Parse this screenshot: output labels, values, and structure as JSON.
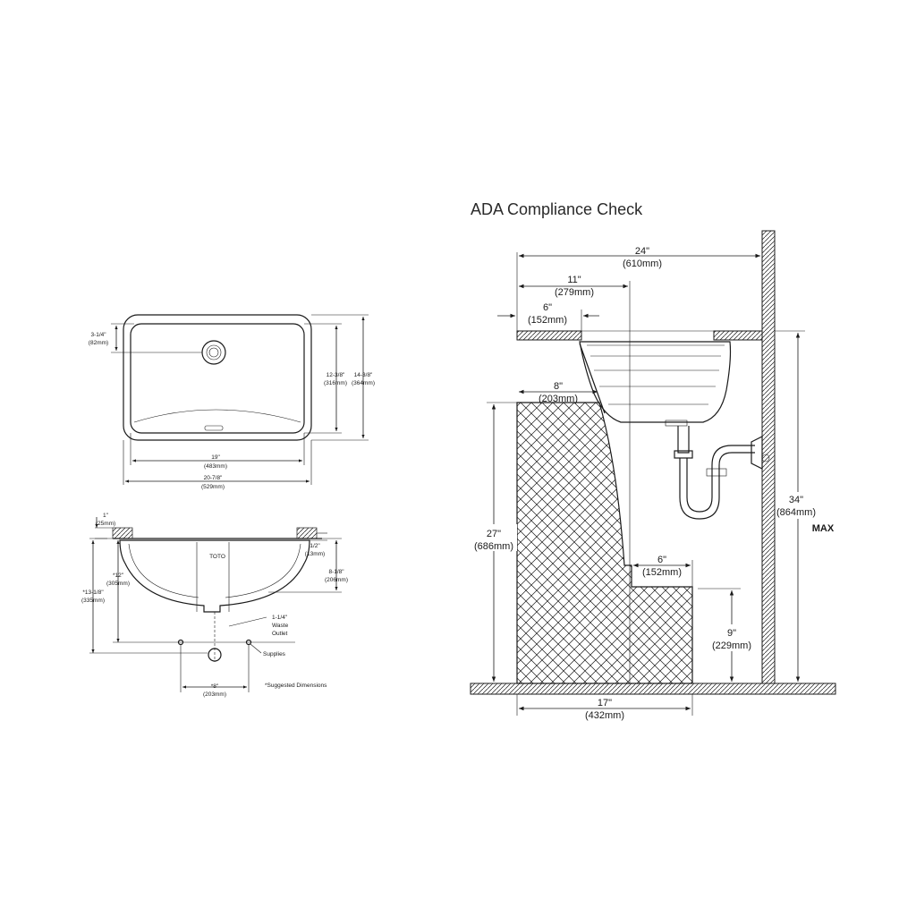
{
  "ada": {
    "title": "ADA Compliance Check",
    "width_24": "24\"",
    "width_24_mm": "(610mm)",
    "dim_11": "11\"",
    "dim_11_mm": "(279mm)",
    "dim_6_top": "6\"",
    "dim_6_top_mm": "(152mm)",
    "dim_8": "8\"",
    "dim_8_mm": "(203mm)",
    "dim_27": "27\"",
    "dim_27_mm": "(686mm)",
    "dim_6_knee": "6\"",
    "dim_6_knee_mm": "(152mm)",
    "dim_9": "9\"",
    "dim_9_mm": "(229mm)",
    "dim_17": "17\"",
    "dim_17_mm": "(432mm)",
    "dim_34": "34\"",
    "dim_34_mm": "(864mm)",
    "max_label": "MAX"
  },
  "plan": {
    "dim_3_1_4": "3-1/4\"",
    "dim_3_1_4_mm": "(82mm)",
    "dim_12_3_8": "12-3/8\"",
    "dim_12_3_8_mm": "(316mm)",
    "dim_14_3_8": "14-3/8\"",
    "dim_14_3_8_mm": "(364mm)",
    "dim_19": "19\"",
    "dim_19_mm": "(483mm)",
    "dim_20_7_8": "20-7/8\"",
    "dim_20_7_8_mm": "(529mm)"
  },
  "section": {
    "dim_1": "1\"",
    "dim_1_mm": "(25mm)",
    "dim_half": "1/2\"",
    "dim_half_mm": "(13mm)",
    "dim_12": "*12\"",
    "dim_12_mm": "(305mm)",
    "dim_8_1_8": "8-1/8\"",
    "dim_8_1_8_mm": "(206mm)",
    "dim_13_1_8": "*13-1/8\"",
    "dim_13_1_8_mm": "(335mm)",
    "waste_line1": "1-1/4\"",
    "waste_line2": "Waste",
    "waste_line3": "Outlet",
    "supplies": "Supplies",
    "dim_8_bottom": "*8\"",
    "dim_8_bottom_mm": "(203mm)",
    "suggested": "*Suggested Dimensions",
    "brand": "TOTO"
  }
}
